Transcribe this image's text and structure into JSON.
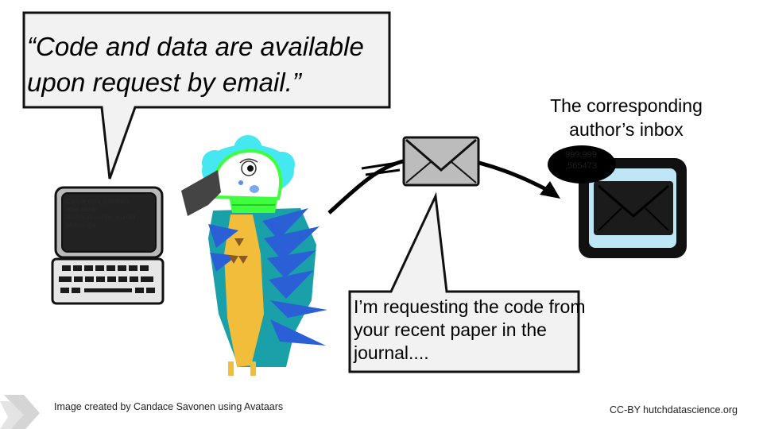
{
  "quote_bubble": {
    "text": "“Code and data are available upon request by email.”"
  },
  "inbox": {
    "title": "The corresponding author’s inbox",
    "badge_line1": "999,999",
    "badge_line2": ",565473"
  },
  "computer": {
    "screen_lines": [
      "Cancer data genomics",
      "atlas study",
      "American cancer journal",
      "of America"
    ]
  },
  "request_bubble": {
    "text": "I’m requesting the code from your recent paper in the journal...."
  },
  "footer": {
    "credit": "Image created by Candace Savonen using Avataars",
    "license": "CC-BY  hutchdatascience.org"
  },
  "colors": {
    "bubble_fill": "#f2f2f2",
    "inbox_fill": "#bfe6f7",
    "inbox_dark": "#1b1b1b",
    "parrot_teal": "#1aa0a8",
    "parrot_blue": "#2a5fd6",
    "parrot_yellow": "#f2bd3a",
    "parrot_green": "#3dff3d",
    "parrot_cyan": "#45e8f0"
  },
  "icons": [
    "computer-icon",
    "keyboard-icon",
    "parrot-illustration",
    "envelope-icon",
    "inbox-envelope-icon",
    "arrow-icon",
    "logo-icon"
  ]
}
